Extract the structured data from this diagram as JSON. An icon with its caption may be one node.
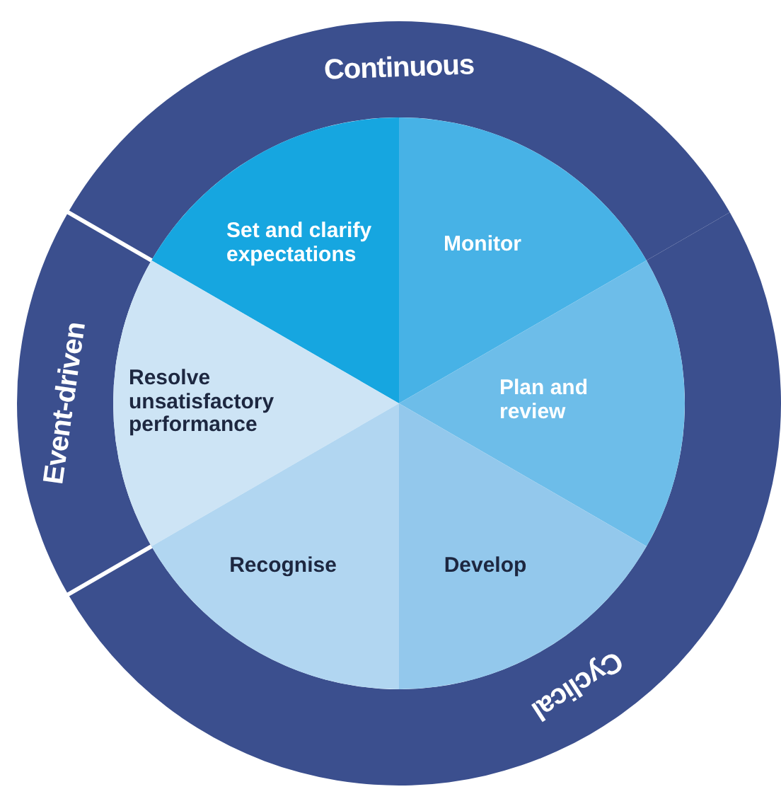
{
  "diagram": {
    "nodes": [
      {
        "text": [
          "Continuous"
        ]
      },
      {
        "text": [
          "Event-driven"
        ]
      },
      {
        "text": [
          "Cyclical"
        ]
      },
      {
        "text": [
          "Set and clarify expectations"
        ]
      },
      {
        "text": [
          "Monitor"
        ]
      },
      {
        "text": [
          "Resolve unsatisfactory performance"
        ]
      },
      {
        "text": [
          "Plan and review"
        ]
      },
      {
        "text": [
          "Recognise"
        ]
      },
      {
        "text": [
          "Develop"
        ]
      }
    ]
  }
}
